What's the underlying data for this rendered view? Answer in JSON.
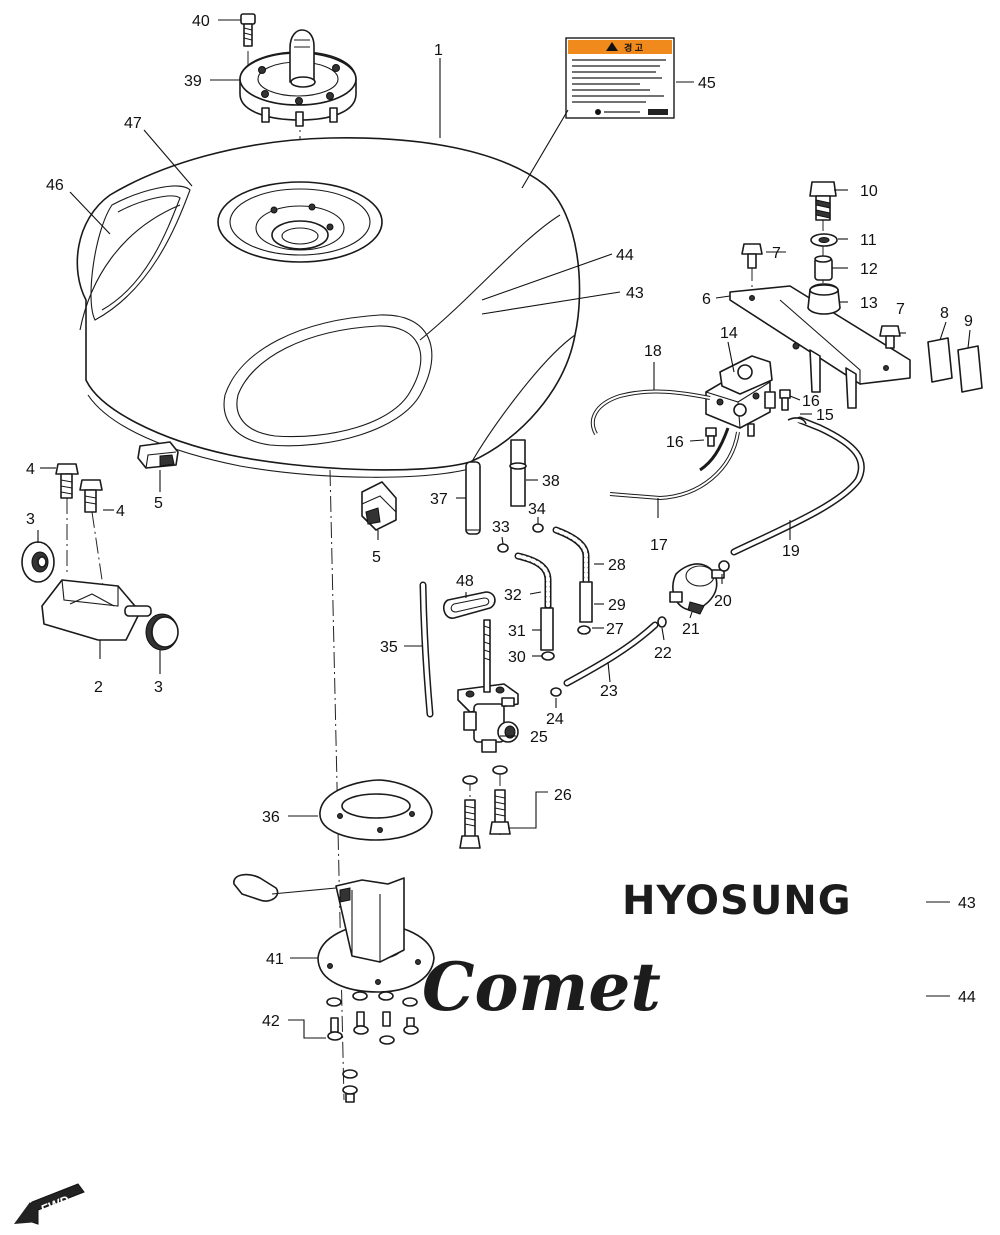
{
  "brand": {
    "hyosung": "HYOSUNG",
    "comet": "Comet"
  },
  "warning_label": {
    "title": "경 고",
    "header_color": "#f08a1c"
  },
  "fwd_badge": "FWD",
  "callouts": {
    "c1": "1",
    "c2": "2",
    "c3a": "3",
    "c3b": "3",
    "c4a": "4",
    "c4b": "4",
    "c5a": "5",
    "c5b": "5",
    "c6": "6",
    "c7a": "7",
    "c7b": "7",
    "c8": "8",
    "c9": "9",
    "c10": "10",
    "c11": "11",
    "c12": "12",
    "c13": "13",
    "c14": "14",
    "c15": "15",
    "c16a": "16",
    "c16b": "16",
    "c17": "17",
    "c18": "18",
    "c19": "19",
    "c20": "20",
    "c21": "21",
    "c22": "22",
    "c23": "23",
    "c24": "24",
    "c25": "25",
    "c26": "26",
    "c27": "27",
    "c28": "28",
    "c29": "29",
    "c30": "30",
    "c31": "31",
    "c32": "32",
    "c33": "33",
    "c34": "34",
    "c35": "35",
    "c36": "36",
    "c37": "37",
    "c38": "38",
    "c39": "39",
    "c40": "40",
    "c41": "41",
    "c42": "42",
    "c43a": "43",
    "c43b": "43",
    "c44a": "44",
    "c44b": "44",
    "c45": "45",
    "c46": "46",
    "c47": "47",
    "c48": "48"
  }
}
